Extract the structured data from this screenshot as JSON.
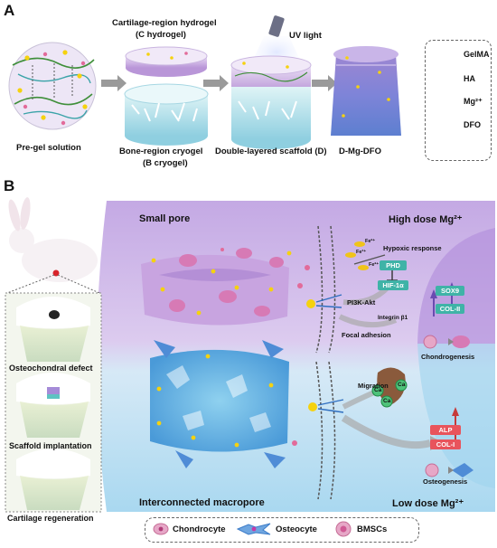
{
  "panel_a": {
    "letter": "A",
    "stages": {
      "pregel": "Pre-gel solution",
      "c_hydrogel_line1": "Cartilage-region hydrogel",
      "c_hydrogel_line2": "(C hydrogel)",
      "b_cryogel_line1": "Bone-region cryogel",
      "b_cryogel_line2": "(B cryogel)",
      "uv": "UV light",
      "double_layer": "Double-layered scaffold (D)",
      "final": "D-Mg-DFO"
    },
    "legend": {
      "gelma": "GelMA",
      "ha": "HA",
      "mg": "Mg²⁺",
      "dfo": "DFO"
    }
  },
  "panel_b": {
    "letter": "B",
    "steps": {
      "defect": "Osteochondral defect",
      "implant": "Scaffold implantation",
      "regen": "Cartilage regeneration"
    },
    "small_pore": "Small pore",
    "macropore": "Interconnected macropore",
    "high_dose": "High dose Mg²⁺",
    "low_dose": "Low dose Mg²⁺",
    "pathway": {
      "hypoxic": "Hypoxic response",
      "phd": "PHD",
      "hif": "HIF-1α",
      "pi3k": "PI3K-Akt",
      "integrin": "Integrin β1",
      "focal": "Focal adhesion",
      "sox9": "SOX9",
      "col2": "COL-II",
      "chondrogenesis": "Chondrogenesis",
      "migration": "Migration",
      "ca": "Ca",
      "alp": "ALP",
      "col1": "COL-I",
      "osteogenesis": "Osteogenesis",
      "fe_labels": [
        "Fe²⁺",
        "Fe³⁺",
        "Fe²⁺"
      ]
    },
    "cell_legend": {
      "chondrocyte": "Chondrocyte",
      "osteocyte": "Osteocyte",
      "bmsc": "BMSCs"
    }
  },
  "colors": {
    "purple_bg": "#cdb6e6",
    "blue_bg": "#bfe3f5",
    "teal_box": "#3fb3a7",
    "red_box": "#e8545c",
    "mg_yellow": "#f5d20f",
    "dfo_pink": "#e26b9a"
  }
}
